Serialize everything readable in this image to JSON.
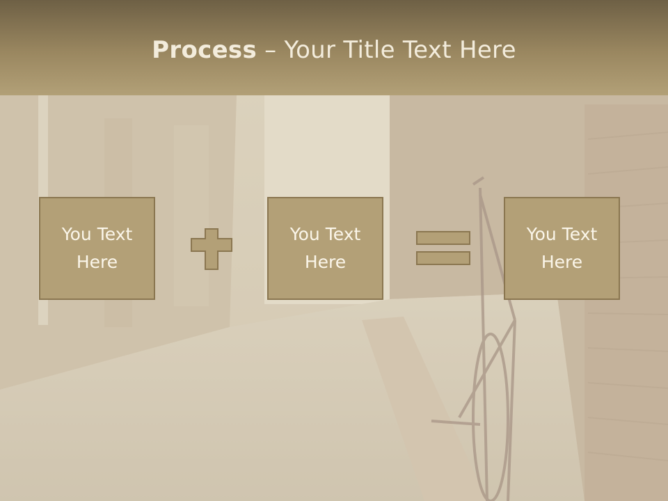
{
  "slide": {
    "title_bold": "Process",
    "title_rest": " – Your Title Text Here",
    "boxes": [
      {
        "text": "You Text Here"
      },
      {
        "text": "You Text Here"
      },
      {
        "text": "You Text Here"
      }
    ],
    "operators": [
      "plus",
      "equals"
    ],
    "colors": {
      "header": "#9a8760",
      "box_fill": "#b3a077",
      "box_border": "#8a7650",
      "text_light": "#fbf6ea"
    }
  }
}
